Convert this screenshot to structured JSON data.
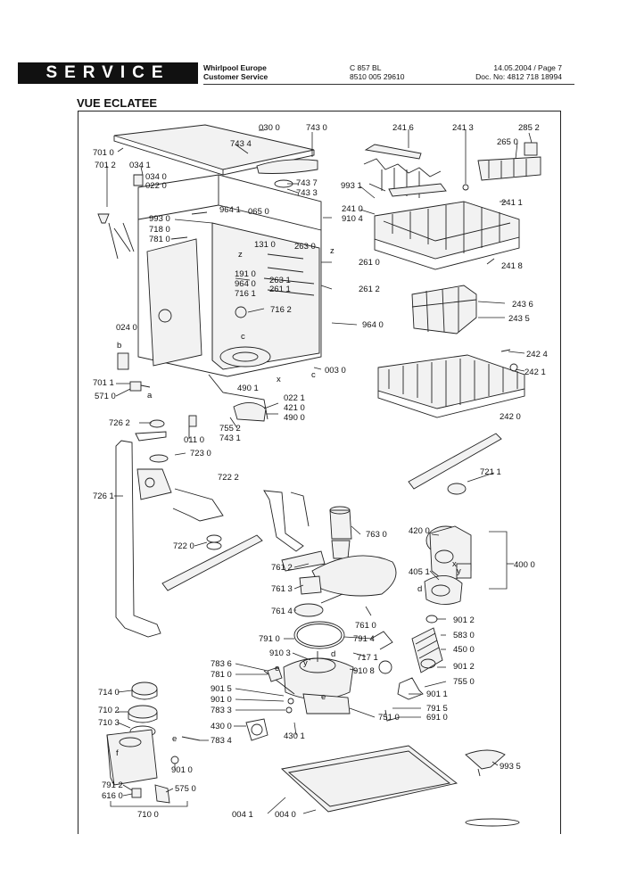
{
  "header": {
    "service_label": "SERVICE",
    "company_line1": "Whirlpool Europe",
    "company_line2": "Customer Service",
    "model_line1": "C 857 BL",
    "model_line2": "8510 005 29610",
    "date_line1": "14.05.2004 / Page 7",
    "date_line2": "Doc. No: 4812 718 18994"
  },
  "page_title": "VUE ECLATEE",
  "labels": [
    "030 0",
    "743 0",
    "241 6",
    "241 3",
    "285 2",
    "701 0",
    "701 2",
    "034 1",
    "743 4",
    "265 0",
    "034 0",
    "022 0",
    "743 7",
    "743 3",
    "993 1",
    "964 1",
    "065 0",
    "241 0",
    "910 4",
    "993 0",
    "718 0",
    "781 0",
    "241 1",
    "131 0",
    "263 0",
    "261 0",
    "241 8",
    "191 0",
    "964 0",
    "263 1",
    "261 1",
    "261 2",
    "716 1",
    "243 6",
    "716 2",
    "243 5",
    "024 0",
    "964 0",
    "242 4",
    "003 0",
    "242 1",
    "701 1",
    "490 1",
    "022 1",
    "571 0",
    "421 0",
    "490 0",
    "242 0",
    "726 2",
    "755 2",
    "743 1",
    "011 0",
    "723 0",
    "721 1",
    "722 2",
    "726 1",
    "763 0",
    "420 0",
    "722 0",
    "761 2",
    "405 1",
    "400 0",
    "761 3",
    "761 4",
    "761 0",
    "901 2",
    "791 0",
    "791 4",
    "583 0",
    "910 3",
    "450 0",
    "717 1",
    "783 6",
    "901 2",
    "910 8",
    "781 0",
    "755 0",
    "714 0",
    "901 5",
    "901 1",
    "901 0",
    "710 2",
    "791 5",
    "783 3",
    "751 0",
    "691 0",
    "710 3",
    "430 0",
    "430 1",
    "783 4",
    "901 0",
    "993 5",
    "791 2",
    "616 0",
    "575 0",
    "710 0",
    "004 1",
    "004 0"
  ],
  "letters": [
    "z",
    "z",
    "c",
    "c",
    "x",
    "x",
    "b",
    "d",
    "d",
    "e",
    "e",
    "a",
    "f",
    "y",
    "y",
    "e"
  ]
}
